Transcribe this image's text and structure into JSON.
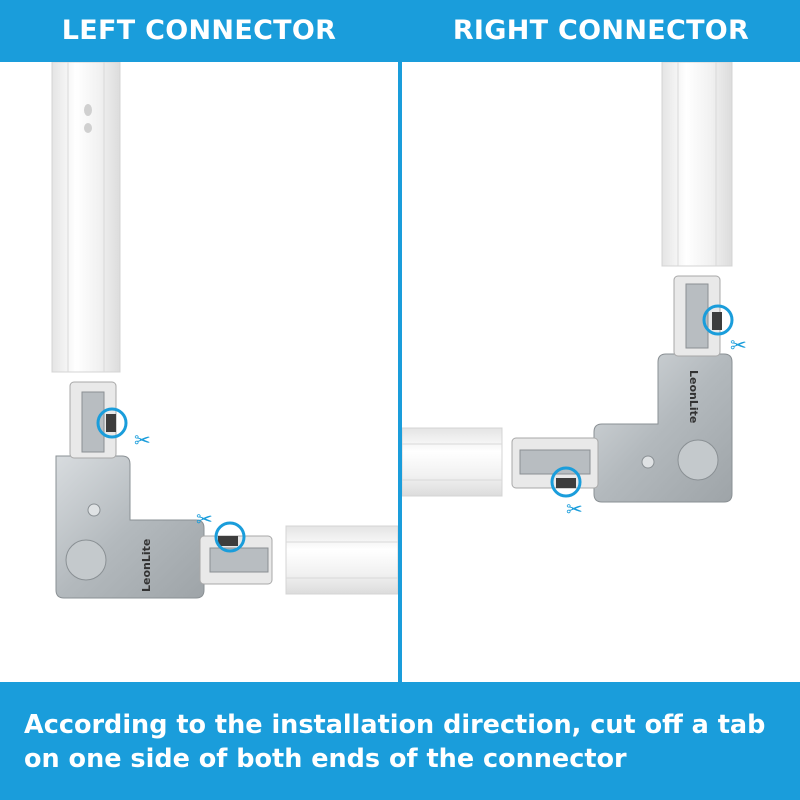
{
  "header": {
    "left_label": "LEFT CONNECTOR",
    "right_label": "RIGHT CONNECTOR"
  },
  "footer": {
    "line1": "According to the installation direction, cut off a tab",
    "line2": "on one side of both ends of the connector"
  },
  "product": {
    "brand": "LeonLite"
  },
  "colors": {
    "banner": "#1a9ddb",
    "highlight_ring": "#1a9ddb",
    "rail": "#f2f2f2",
    "connector_metal": "#b7bcc0",
    "tab": "#3d3d3d"
  },
  "icons": {
    "cut_marker": "scissors-icon",
    "highlight": "circle-highlight"
  }
}
